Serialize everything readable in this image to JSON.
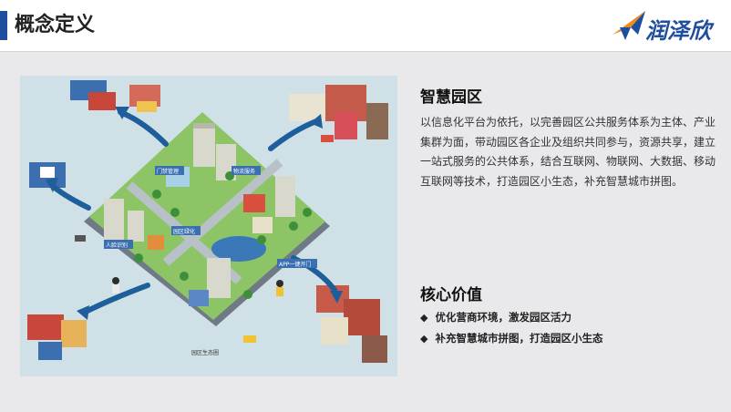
{
  "header": {
    "title": "概念定义",
    "logo_text": "润泽欣"
  },
  "illustration": {
    "labels": {
      "gate": "门禁管理",
      "logistics": "物流服务",
      "greening": "园区绿化",
      "face": "人脸识别",
      "app": "APP一键开门",
      "ecology": "园区生态圈"
    }
  },
  "main": {
    "section1_title": "智慧园区",
    "section1_text": "以信息化平台为依托，以完善园区公共服务体系为主体、产业集群为面，带动园区各企业及组织共同参与，资源共享，建立一站式服务的公共体系，结合互联网、物联网、大数据、移动互联网等技术，打造园区小生态，补充智慧城市拼图。",
    "section2_title": "核心价值",
    "bullets": [
      {
        "icon": "◆",
        "text": "优化营商环境，激发园区活力"
      },
      {
        "icon": "◆",
        "text": "补充智慧城市拼图，打造园区小生态"
      }
    ]
  },
  "colors": {
    "accent": "#1f4e9e",
    "logo_blue": "#1f4e9e",
    "logo_orange": "#f28a1a"
  }
}
